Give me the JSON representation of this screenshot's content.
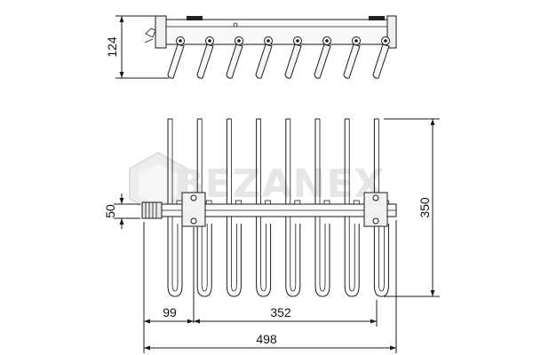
{
  "watermark": {
    "text": "BEZANEX"
  },
  "side_view": {
    "height_label": "124",
    "pin_count": 8
  },
  "front_view": {
    "rod_count": 8,
    "dim_rail_height": "50",
    "dim_total_height": "350",
    "dim_offset": "99",
    "dim_rod_span": "352",
    "dim_total_width": "498"
  }
}
